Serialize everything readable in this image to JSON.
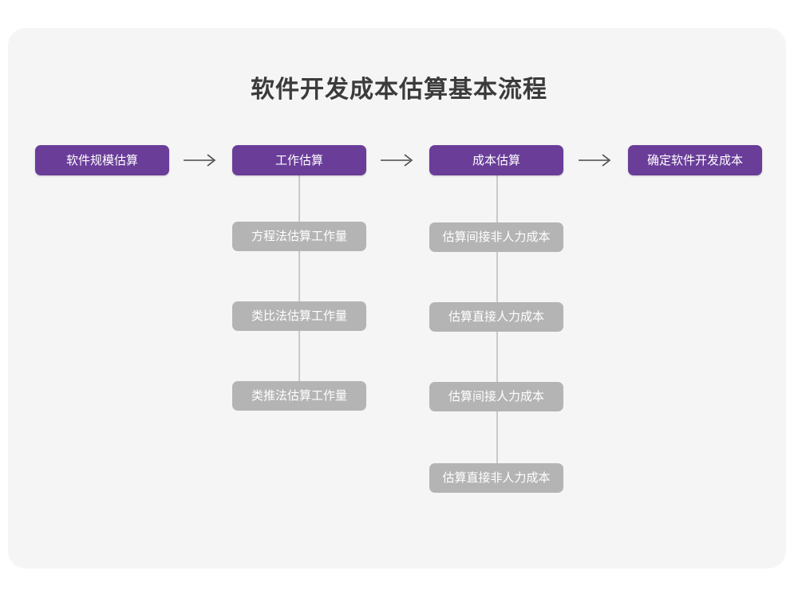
{
  "page": {
    "title": "软件开发成本估算基本流程",
    "background_color": "#ffffff",
    "card_color": "#f5f5f5"
  },
  "theme": {
    "primary_color": "#6a3d99",
    "secondary_color": "#b4b4b4",
    "connector_color": "#c9c9c9",
    "title_color": "#3b3b3b",
    "node_text_color": "#ffffff",
    "arrow_color": "#4a4a4a"
  },
  "chart_data": {
    "type": "diagram",
    "title": "软件开发成本估算基本流程",
    "layout": "left-to-right main flow with vertical sub-step branches",
    "stages": [
      {
        "id": "stage-1",
        "label": "软件规模估算",
        "substeps": []
      },
      {
        "id": "stage-2",
        "label": "工作估算",
        "substeps": [
          "方程法估算工作量",
          "类比法估算工作量",
          "类推法估算工作量"
        ]
      },
      {
        "id": "stage-3",
        "label": "成本估算",
        "substeps": [
          "估算间接非人力成本",
          "估算直接人力成本",
          "估算间接人力成本",
          "估算直接非人力成本"
        ]
      },
      {
        "id": "stage-4",
        "label": "确定软件开发成本",
        "substeps": []
      }
    ],
    "connectors": [
      {
        "from": "stage-1",
        "to": "stage-2",
        "glyph": "⟶"
      },
      {
        "from": "stage-2",
        "to": "stage-3",
        "glyph": "⟶"
      },
      {
        "from": "stage-3",
        "to": "stage-4",
        "glyph": "⟶"
      }
    ]
  },
  "nodes": {
    "stage1": {
      "label": "软件规模估算"
    },
    "stage2": {
      "label": "工作估算"
    },
    "stage3": {
      "label": "成本估算"
    },
    "stage4": {
      "label": "确定软件开发成本"
    },
    "work_1": {
      "label": "方程法估算工作量"
    },
    "work_2": {
      "label": "类比法估算工作量"
    },
    "work_3": {
      "label": "类推法估算工作量"
    },
    "cost_1": {
      "label": "估算间接非人力成本"
    },
    "cost_2": {
      "label": "估算直接人力成本"
    },
    "cost_3": {
      "label": "估算间接人力成本"
    },
    "cost_4": {
      "label": "估算直接非人力成本"
    }
  },
  "arrows": {
    "a1": {
      "name": "arrow-stage1-to-stage2"
    },
    "a2": {
      "name": "arrow-stage2-to-stage3"
    },
    "a3": {
      "name": "arrow-stage3-to-stage4"
    }
  }
}
